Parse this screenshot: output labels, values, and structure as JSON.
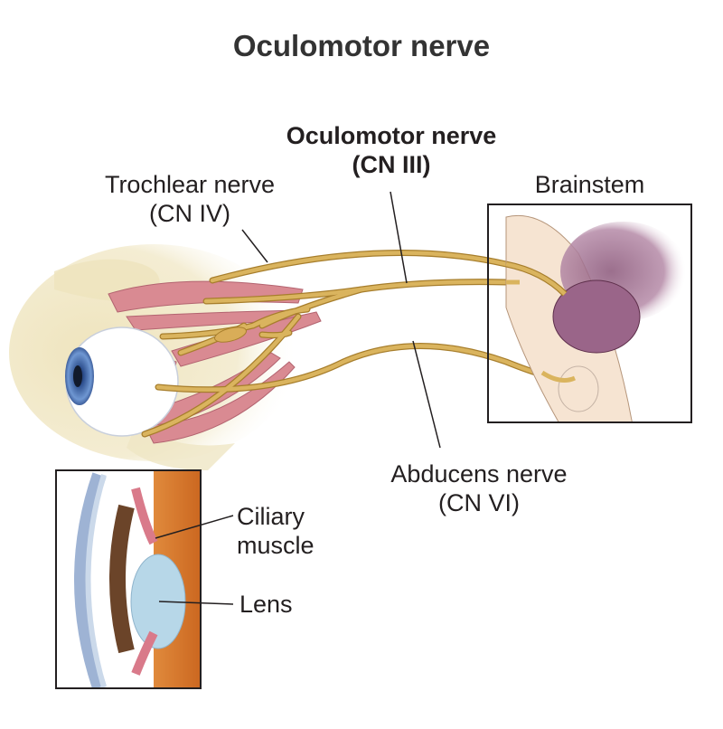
{
  "title": "Oculomotor nerve",
  "labels": {
    "oculomotor": {
      "line1": "Oculomotor nerve",
      "line2": "(CN III)"
    },
    "trochlear": {
      "line1": "Trochlear nerve",
      "line2": "(CN IV)"
    },
    "brainstem": "Brainstem",
    "abducens": {
      "line1": "Abducens nerve",
      "line2": "(CN VI)"
    },
    "ciliary": {
      "line1": "Ciliary",
      "line2": "muscle"
    },
    "lens": "Lens"
  },
  "colors": {
    "nerve": "#d9b15a",
    "nerve_edge": "#a77e2c",
    "muscle": "#d98a92",
    "bone": "#efe6c4",
    "iris": "#4a74b8",
    "brain_purple": "#8e5a7c",
    "brainstem_skin": "#f6e4d2",
    "retina_orange": "#d9742a",
    "text": "#231f20"
  }
}
